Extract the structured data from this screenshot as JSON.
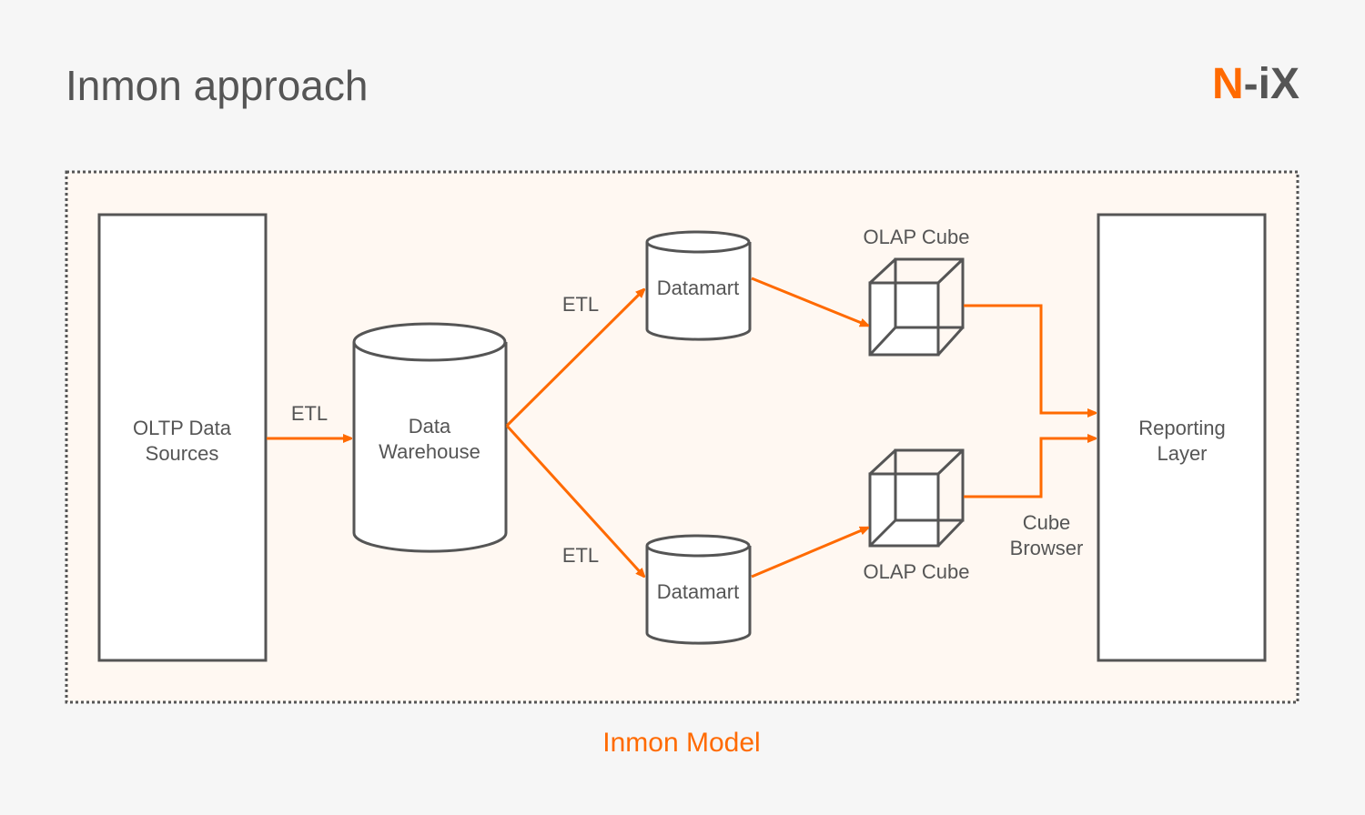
{
  "title": "Inmon approach",
  "logo": {
    "text_orange": "N",
    "text_gray": "-iX"
  },
  "caption": "Inmon Model",
  "colors": {
    "accent": "#ff6a00",
    "stroke": "#555555",
    "panel": "#fff8f2",
    "background": "#f6f6f6"
  },
  "nodes": {
    "oltp": [
      "OLTP Data",
      "Sources"
    ],
    "warehouse": [
      "Data",
      "Warehouse"
    ],
    "datamart_top": "Datamart",
    "datamart_bottom": "Datamart",
    "cube_top": "OLAP Cube",
    "cube_bottom": "OLAP Cube",
    "reporting": [
      "Reporting",
      "Layer"
    ]
  },
  "edges": {
    "etl_main": "ETL",
    "etl_top": "ETL",
    "etl_bottom": "ETL",
    "cube_browser": [
      "Cube",
      "Browser"
    ]
  }
}
